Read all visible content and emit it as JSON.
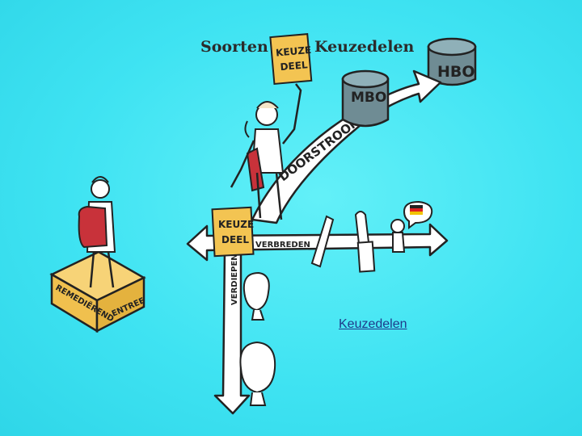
{
  "title": {
    "left": "Soorten",
    "right": "Keuzedelen"
  },
  "link": {
    "label": "Keuzedelen"
  },
  "labels": {
    "keuzedeel_top": [
      "KEUZE",
      "DEEL"
    ],
    "keuzedeel_sign": [
      "KEUZE",
      "DEEL"
    ],
    "mbo": "MBO",
    "hbo": "HBO",
    "doorstroom": "DOORSTROOM",
    "verbreden": "VERBREDEN",
    "verdiepen": "VERDIEPEN",
    "remediërend": "REMEDIËREND",
    "entree": "ENTREE"
  },
  "colors": {
    "background": "#3fe3f2",
    "card": "#f3c452",
    "barrel": "#6f8c94",
    "arrow": "#ffffff",
    "platform": "#f0c04e",
    "backpack": "#c8323a"
  }
}
